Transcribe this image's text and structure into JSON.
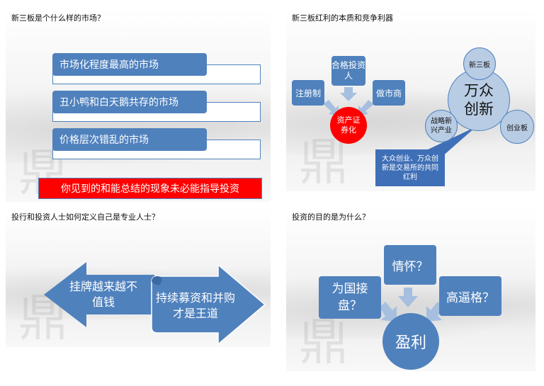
{
  "slide1": {
    "title": "新三板是个什么样的市场？",
    "items": [
      "市场化程度最高的市场",
      "丑小鸭和白天鹅共存的市场",
      "价格层次错乱的市场"
    ],
    "warning": "你见到的和能总结的现象未必能指导投资"
  },
  "slide2": {
    "title": "新三板红利的本质和竞争利器",
    "left_boxes": {
      "top": "合格投资人",
      "left": "注册制",
      "right": "做市商"
    },
    "red_circle": "资产证券化",
    "big_circle": "万众创新",
    "small_top": "新三板",
    "small_left": "战略新兴产业",
    "small_right": "创业板",
    "callout": "大众创业、万众创新是交易所的共同红利"
  },
  "slide3": {
    "title": "投行和投资人士如何定义自己是专业人士？",
    "left_arrow": "挂牌越来越不值钱",
    "right_arrow": "持续募资和并购才是王道"
  },
  "slide4": {
    "title": "投资的目的是为什么？",
    "top": "情怀？",
    "left": "为国接盘？",
    "right": "高逼格？",
    "center": "盈利"
  },
  "colors": {
    "accent": "#4f81bd",
    "red": "#ff0000",
    "light_circle": "#b8cce4",
    "callout": "#3f6fb6"
  }
}
